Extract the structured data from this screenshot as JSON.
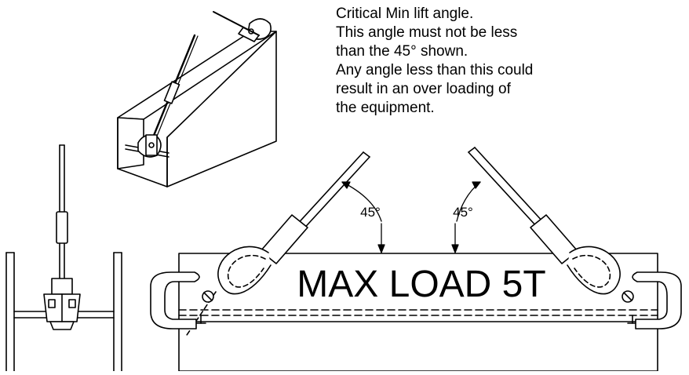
{
  "note": {
    "lines": [
      "Critical Min lift angle.",
      "This angle must not be less",
      "than the 45° shown.",
      "Any angle less than this could",
      "result in an over loading of",
      "the equipment."
    ]
  },
  "beam_label": "MAX LOAD 5T",
  "angle_left": "45°",
  "angle_right": "45°",
  "colors": {
    "ink": "#000000",
    "paper": "#ffffff"
  }
}
